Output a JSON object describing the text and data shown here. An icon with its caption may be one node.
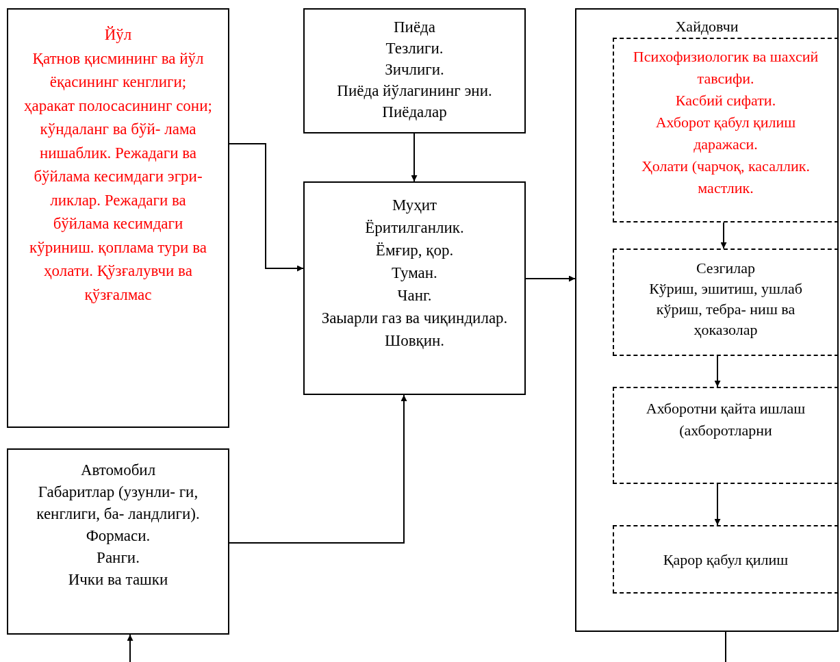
{
  "diagram": {
    "nodes": [
      {
        "text": [
          "Йўл",
          "Қатнов қисмининг ва йўл ёқасининг кенглиги; ҳаракат полосасининг сони; кўндаланг ва бўй- лама нишаблик. Режадаги ва бўйлама кесимдаги эгри-ликлар. Режадаги ва бўйлама кесимдаги кўриниш. қоплама тури ва ҳолати. Қўзғалувчи ва қўзғалмас"
        ]
      },
      {
        "text": [
          "Пиёда",
          "Тезлиги.",
          "Зичлиги.",
          "Пиёда йўлагининг эни. Пиёдалар"
        ]
      },
      {
        "text": [
          "Муҳит",
          "Ёритилганлик.",
          "Ёмғир, қор.",
          "Туман.",
          "Чанг.",
          "Заыарли газ ва чиқиндилар.",
          "Шовқин."
        ]
      },
      {
        "text": [
          "Автомобил",
          "Габаритлар (узунли- ги, кенглиги, ба- ландлиги).",
          "Формаси.",
          "Ранги.",
          "Ички ва ташки"
        ]
      },
      {
        "text": [
          "Хайдовчи"
        ]
      },
      {
        "text": [
          "Психофизиологик ва шахсий тавсифи.",
          "Касбий сифати.",
          "Ахборот қабул қилиш даражаси.",
          "Ҳолати (чарчоқ, касаллик. мастлик."
        ],
        "in": 4
      },
      {
        "text": [
          "Сезгилар",
          "Кўриш, эшитиш, ушлаб кўриш, тебра- ниш ва ҳоказолар"
        ],
        "in": 4
      },
      {
        "text": [
          "Ахборотни қайта ишлаш (ахборотларни"
        ],
        "in": 4
      },
      {
        "text": [
          "Қарор қабул қилиш"
        ],
        "in": 4
      }
    ],
    "edges": [
      {
        "from": 0,
        "to": 2,
        "arrow": "to"
      },
      {
        "from": 1,
        "to": 2,
        "arrow": "to"
      },
      {
        "from": 3,
        "to": 2,
        "arrow": "to"
      },
      {
        "from": 2,
        "to": 4,
        "arrow": "to"
      },
      {
        "from": 5,
        "to": 6,
        "arrow": "to"
      },
      {
        "from": 6,
        "to": 7,
        "arrow": "to"
      },
      {
        "from": 7,
        "to": 8,
        "arrow": "to"
      },
      {
        "from": null,
        "to": 3,
        "arrow": "to"
      },
      {
        "from": 4,
        "to": null,
        "arrow": "none"
      }
    ]
  }
}
